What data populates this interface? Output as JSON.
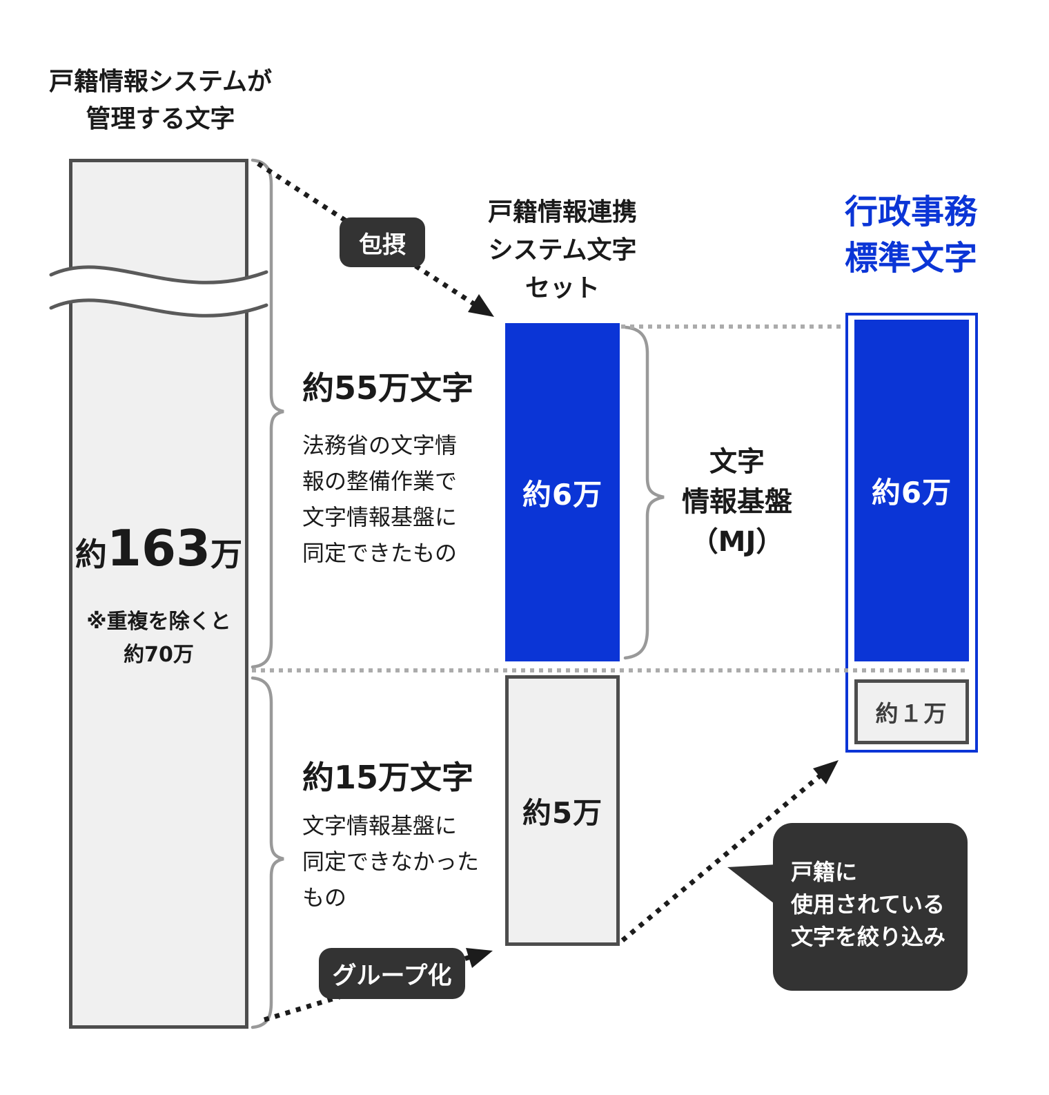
{
  "palette": {
    "accent_blue": "#0b35d6",
    "dark_label_bg": "#333333",
    "bar_fill_gray": "#f0f0f0",
    "bar_border_gray": "#4d4d4d"
  },
  "left": {
    "title_lines": [
      "戸籍情報システムが",
      "管理する文字"
    ],
    "total_prefix": "約",
    "total_number": "163",
    "total_unit": "万",
    "note_lines": [
      "※重複を除くと",
      "約70万"
    ],
    "upper_segment": {
      "heading": "約55万文字",
      "body_lines": [
        "法務省の文字情",
        "報の整備作業で",
        "文字情報基盤に",
        "同定できたもの"
      ]
    },
    "lower_segment": {
      "heading": "約15万文字",
      "body_lines": [
        "文字情報基盤に",
        "同定できなかった",
        "もの"
      ]
    }
  },
  "middle": {
    "title_lines": [
      "戸籍情報連携",
      "システム文字",
      "セット"
    ],
    "blue_value": "約6万",
    "gray_value": "約5万",
    "mj_lines": [
      "文字",
      "情報基盤",
      "（MJ）"
    ]
  },
  "right": {
    "title_lines": [
      "行政事務",
      "標準文字"
    ],
    "blue_value": "約6万",
    "small_value": "約１万"
  },
  "labels": {
    "subsumption": "包摂",
    "grouping": "グループ化"
  },
  "callout": {
    "lines": [
      "戸籍に",
      "使用されている",
      "文字を絞り込み"
    ]
  }
}
